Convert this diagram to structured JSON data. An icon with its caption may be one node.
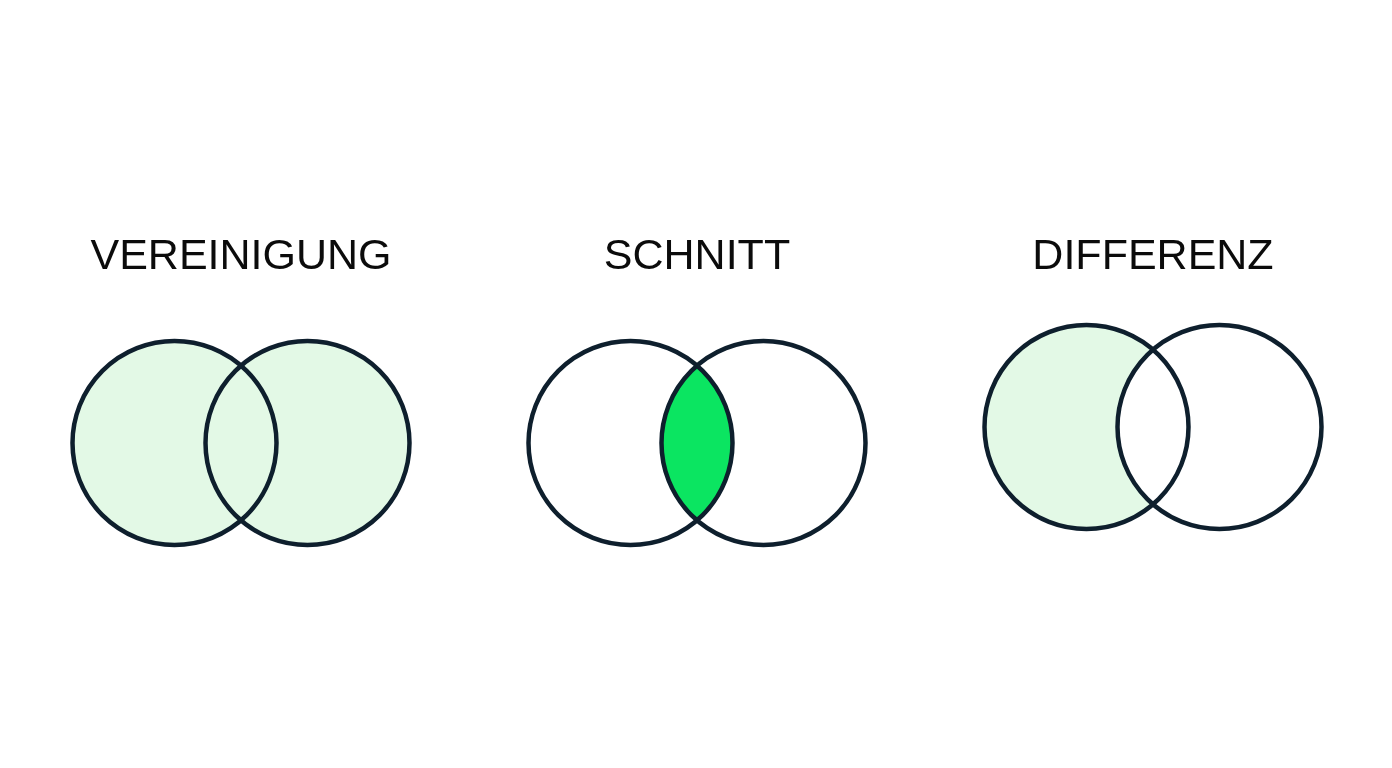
{
  "diagram": {
    "labels": [
      "VEREINIGUNG",
      "SCHNITT",
      "DIFFERENZ"
    ]
  }
}
